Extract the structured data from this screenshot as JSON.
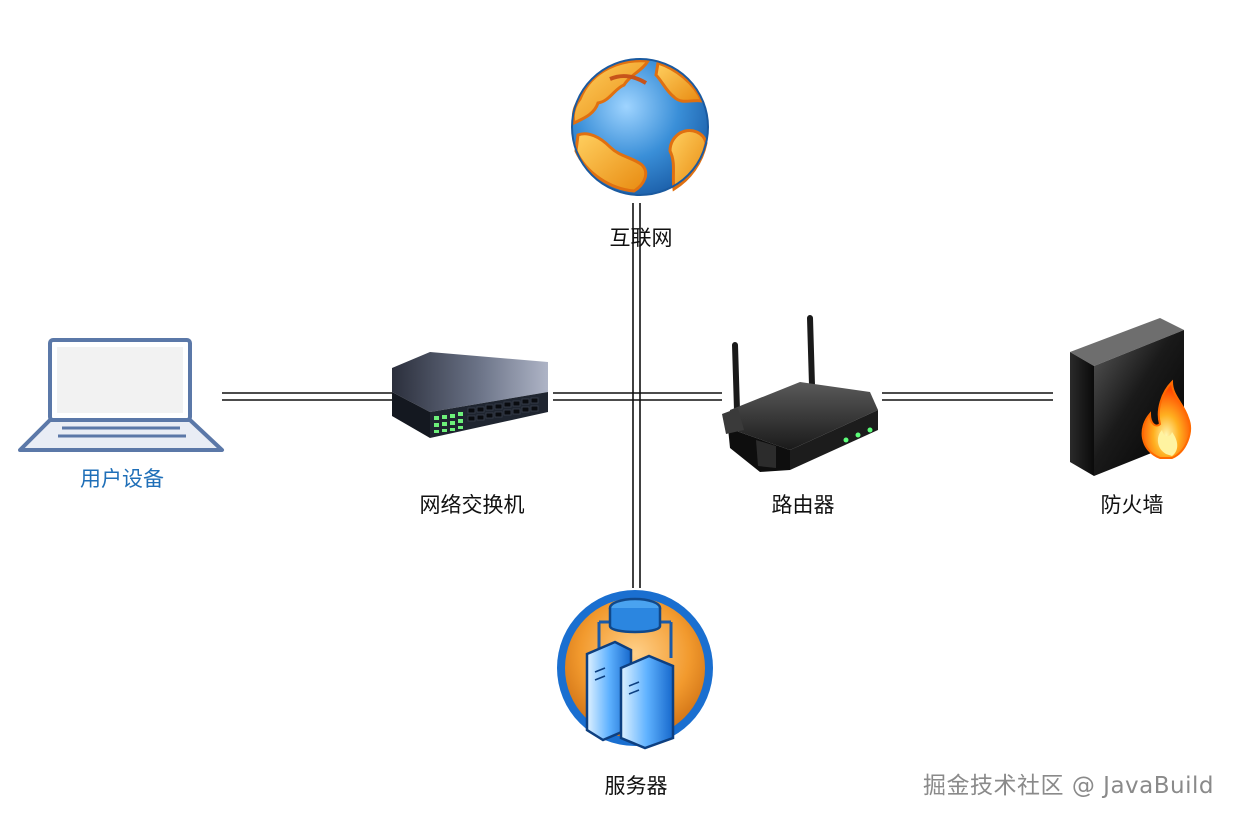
{
  "nodes": {
    "internet": {
      "label": "互联网"
    },
    "user_device": {
      "label": "用户设备"
    },
    "switch": {
      "label": "网络交换机"
    },
    "router": {
      "label": "路由器"
    },
    "firewall": {
      "label": "防火墙"
    },
    "server": {
      "label": "服务器"
    }
  },
  "connections": [
    {
      "from": "user_device",
      "to": "switch"
    },
    {
      "from": "switch",
      "to": "router"
    },
    {
      "from": "router",
      "to": "firewall"
    },
    {
      "from": "internet",
      "to": "server"
    }
  ],
  "watermark": "掘金技术社区 @ JavaBuild",
  "colors": {
    "label": "#111111",
    "user_label": "#1f6fb8",
    "link": "#111111",
    "globe_ocean": "#3a8fd8",
    "globe_land": "#f0a020",
    "server_ring": "#1a6fd0",
    "server_bg": "#e8801a",
    "flame": "#ff6a00"
  },
  "icons": {
    "internet": "globe-icon",
    "user_device": "laptop-icon",
    "switch": "network-switch-icon",
    "router": "wireless-router-icon",
    "firewall": "firewall-icon",
    "server": "server-icon"
  }
}
